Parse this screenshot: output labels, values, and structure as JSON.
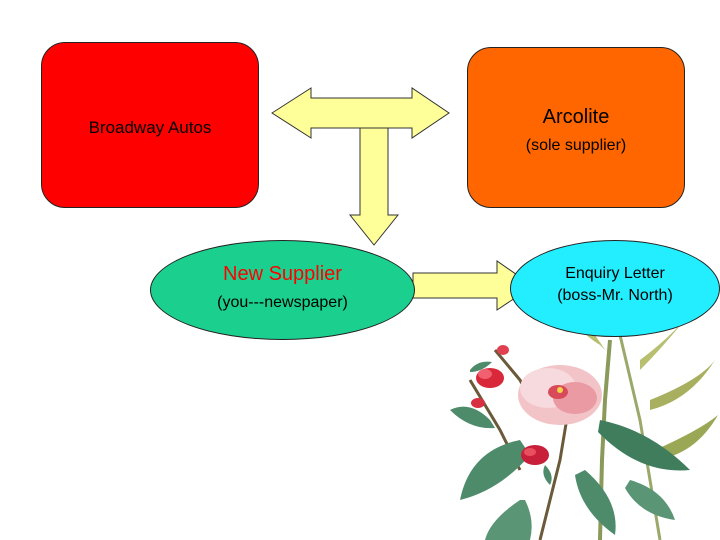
{
  "nodes": {
    "broadway": {
      "label": "Broadway Autos",
      "fill": "#ff0000"
    },
    "arcolite": {
      "label": "Arcolite",
      "sublabel": "(sole supplier)",
      "fill": "#ff6600"
    },
    "new_supplier": {
      "label": "New Supplier",
      "sublabel": "(you---newspaper)",
      "fill": "#1bd08e",
      "label_color": "#ff0000"
    },
    "enquiry": {
      "label": "Enquiry Letter",
      "sublabel": "(boss-Mr.  North)",
      "fill": "#22eeff"
    }
  },
  "arrows": {
    "fill": "#ffff99",
    "items": [
      {
        "name": "broadway-arcolite",
        "style": "double-headed"
      },
      {
        "name": "to-new-supplier",
        "style": "down"
      },
      {
        "name": "new-supplier-to-enquiry",
        "style": "right"
      }
    ]
  },
  "decoration": {
    "icon": "peony-flower-illustration"
  }
}
